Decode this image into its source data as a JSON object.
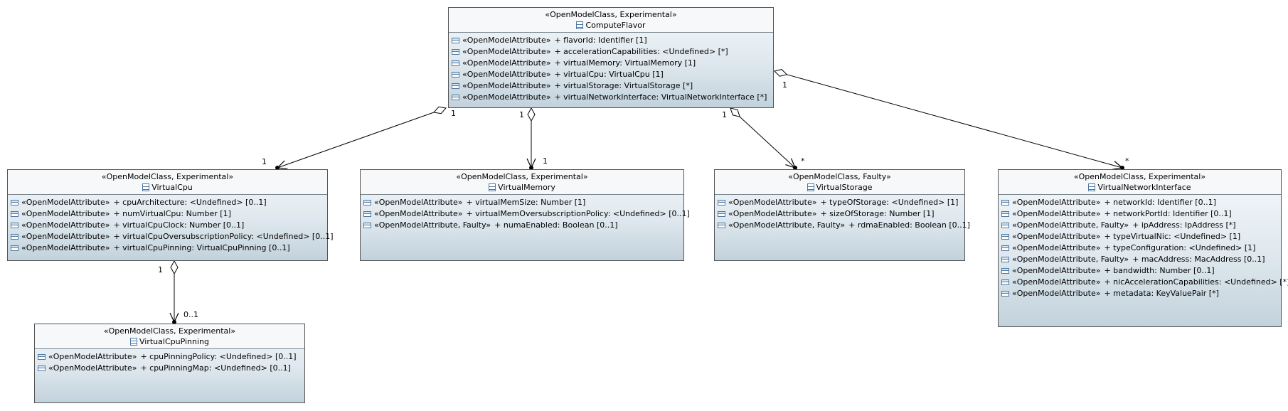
{
  "classes": [
    {
      "stereotype": "«OpenModelClass, Experimental»",
      "name": "ComputeFlavor",
      "attributes": [
        {
          "stereotype": "«OpenModelAttribute»",
          "text": "+ flavorId: Identifier [1]"
        },
        {
          "stereotype": "«OpenModelAttribute»",
          "text": "+ accelerationCapabilities: <Undefined> [*]"
        },
        {
          "stereotype": "«OpenModelAttribute»",
          "text": "+ virtualMemory: VirtualMemory [1]"
        },
        {
          "stereotype": "«OpenModelAttribute»",
          "text": "+ virtualCpu: VirtualCpu [1]"
        },
        {
          "stereotype": "«OpenModelAttribute»",
          "text": "+ virtualStorage: VirtualStorage [*]"
        },
        {
          "stereotype": "«OpenModelAttribute»",
          "text": "+ virtualNetworkInterface: VirtualNetworkInterface [*]"
        }
      ]
    },
    {
      "stereotype": "«OpenModelClass, Experimental»",
      "name": "VirtualCpu",
      "attributes": [
        {
          "stereotype": "«OpenModelAttribute»",
          "text": "+ cpuArchitecture: <Undefined> [0..1]"
        },
        {
          "stereotype": "«OpenModelAttribute»",
          "text": "+ numVirtualCpu: Number [1]"
        },
        {
          "stereotype": "«OpenModelAttribute»",
          "text": "+ virtualCpuClock: Number [0..1]"
        },
        {
          "stereotype": "«OpenModelAttribute»",
          "text": "+ virtualCpuOversubscriptionPolicy: <Undefined> [0..1]"
        },
        {
          "stereotype": "«OpenModelAttribute»",
          "text": "+ virtualCpuPinning: VirtualCpuPinning [0..1]"
        }
      ]
    },
    {
      "stereotype": "«OpenModelClass, Experimental»",
      "name": "VirtualMemory",
      "attributes": [
        {
          "stereotype": "«OpenModelAttribute»",
          "text": "+ virtualMemSize: Number [1]"
        },
        {
          "stereotype": "«OpenModelAttribute»",
          "text": "+ virtualMemOversubscriptionPolicy: <Undefined> [0..1]"
        },
        {
          "stereotype": "«OpenModelAttribute, Faulty»",
          "text": "+ numaEnabled: Boolean [0..1]"
        }
      ]
    },
    {
      "stereotype": "«OpenModelClass, Faulty»",
      "name": "VirtualStorage",
      "attributes": [
        {
          "stereotype": "«OpenModelAttribute»",
          "text": "+ typeOfStorage: <Undefined> [1]"
        },
        {
          "stereotype": "«OpenModelAttribute»",
          "text": "+ sizeOfStorage: Number [1]"
        },
        {
          "stereotype": "«OpenModelAttribute, Faulty»",
          "text": "+ rdmaEnabled: Boolean [0..1]"
        }
      ]
    },
    {
      "stereotype": "«OpenModelClass, Experimental»",
      "name": "VirtualNetworkInterface",
      "attributes": [
        {
          "stereotype": "«OpenModelAttribute»",
          "text": "+ networkId: Identifier [0..1]"
        },
        {
          "stereotype": "«OpenModelAttribute»",
          "text": "+ networkPortId: Identifier [0..1]"
        },
        {
          "stereotype": "«OpenModelAttribute, Faulty»",
          "text": "+ ipAddress: IpAddress [*]"
        },
        {
          "stereotype": "«OpenModelAttribute»",
          "text": "+ typeVirtualNic: <Undefined> [1]"
        },
        {
          "stereotype": "«OpenModelAttribute»",
          "text": "+ typeConfiguration: <Undefined> [1]"
        },
        {
          "stereotype": "«OpenModelAttribute, Faulty»",
          "text": "+ macAddress: MacAddress [0..1]"
        },
        {
          "stereotype": "«OpenModelAttribute»",
          "text": "+ bandwidth: Number [0..1]"
        },
        {
          "stereotype": "«OpenModelAttribute»",
          "text": "+ nicAccelerationCapabilities: <Undefined> [*]"
        },
        {
          "stereotype": "«OpenModelAttribute»",
          "text": "+ metadata: KeyValuePair [*]"
        }
      ]
    },
    {
      "stereotype": "«OpenModelClass, Experimental»",
      "name": "VirtualCpuPinning",
      "attributes": [
        {
          "stereotype": "«OpenModelAttribute»",
          "text": "+ cpuPinningPolicy: <Undefined> [0..1]"
        },
        {
          "stereotype": "«OpenModelAttribute»",
          "text": "+ cpuPinningMap: <Undefined> [0..1]"
        }
      ]
    }
  ],
  "associations": [
    {
      "from": "ComputeFlavor",
      "to": "VirtualCpu",
      "source_multiplicity": "1",
      "target_multiplicity": "1"
    },
    {
      "from": "ComputeFlavor",
      "to": "VirtualMemory",
      "source_multiplicity": "1",
      "target_multiplicity": "1"
    },
    {
      "from": "ComputeFlavor",
      "to": "VirtualStorage",
      "source_multiplicity": "1",
      "target_multiplicity": "*"
    },
    {
      "from": "ComputeFlavor",
      "to": "VirtualNetworkInterface",
      "source_multiplicity": "1",
      "target_multiplicity": "*"
    },
    {
      "from": "VirtualCpu",
      "to": "VirtualCpuPinning",
      "source_multiplicity": "1",
      "target_multiplicity": "0..1"
    }
  ]
}
